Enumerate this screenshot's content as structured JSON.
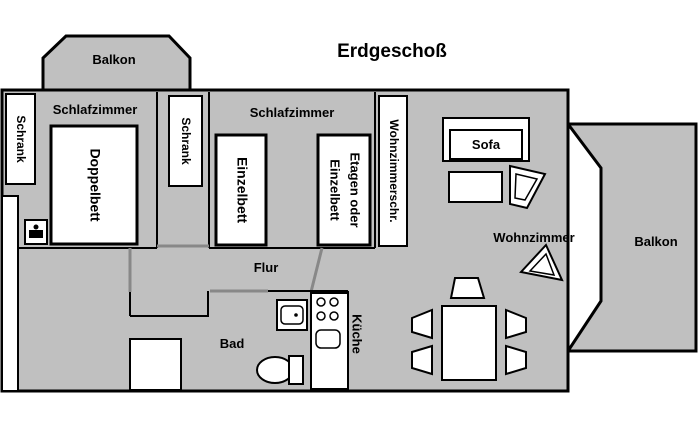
{
  "title": "Erdgeschoß",
  "labels": {
    "balkon_top": "Balkon",
    "balkon_right": "Balkon",
    "schlafzimmer_left": "Schlafzimmer",
    "schlafzimmer_mid": "Schlafzimmer",
    "schrank_left": "Schrank",
    "schrank_mid": "Schrank",
    "doppelbett": "Doppelbett",
    "einzelbett": "Einzelbett",
    "etagenbett_line1": "Etagen oder",
    "etagenbett_line2": "Einzelbett",
    "wohnzimmerschrank": "Wohnzimmerschr.",
    "sofa": "Sofa",
    "wohnzimmer": "Wohnzimmer",
    "flur": "Flur",
    "bad": "Bad",
    "kueche": "Küche"
  },
  "colors": {
    "floor": "#c0c0c0",
    "wall": "#000000",
    "furniture": "#ffffff",
    "background": "#ffffff"
  }
}
